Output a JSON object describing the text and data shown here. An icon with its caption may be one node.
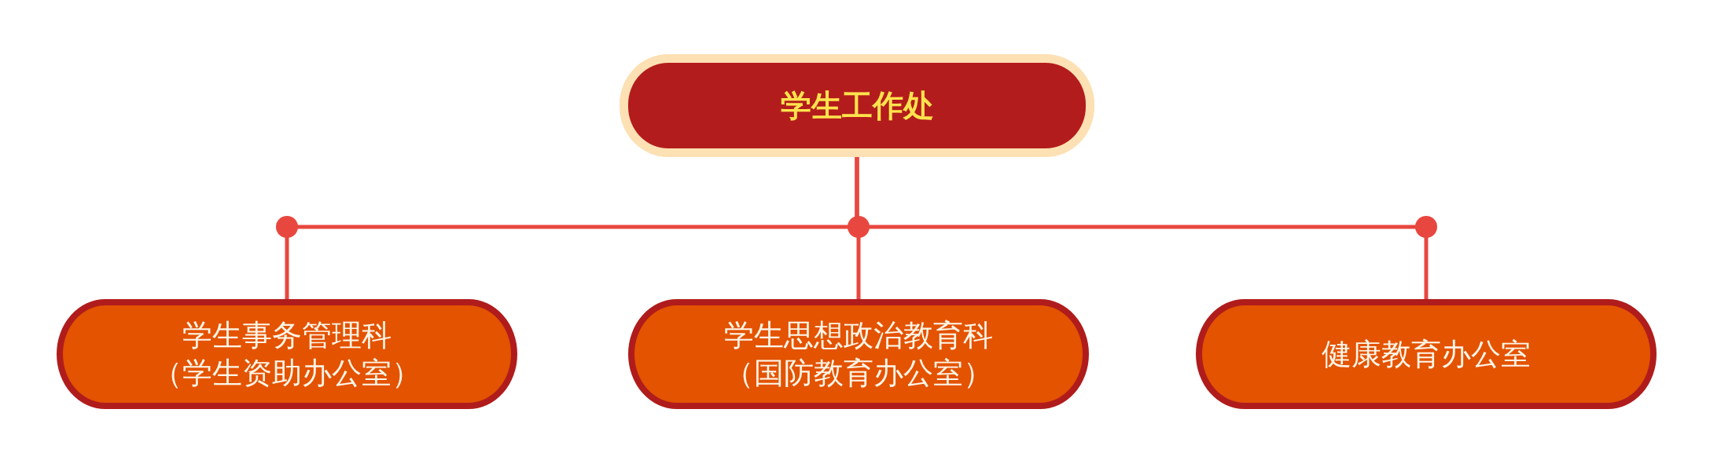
{
  "diagram": {
    "nodes": [
      {
        "text": [
          "学生工作处"
        ]
      },
      {
        "text": [
          "学生事务管理科",
          "（学生资助办公室）"
        ]
      },
      {
        "text": [
          "学生思想政治教育科",
          "（国防教育办公室）"
        ]
      },
      {
        "text": [
          "健康教育办公室"
        ]
      }
    ],
    "edges": [
      {
        "from": 0,
        "to": 1,
        "arrow": "none"
      },
      {
        "from": 0,
        "to": 2,
        "arrow": "none"
      },
      {
        "from": 0,
        "to": 3,
        "arrow": "none"
      }
    ]
  }
}
